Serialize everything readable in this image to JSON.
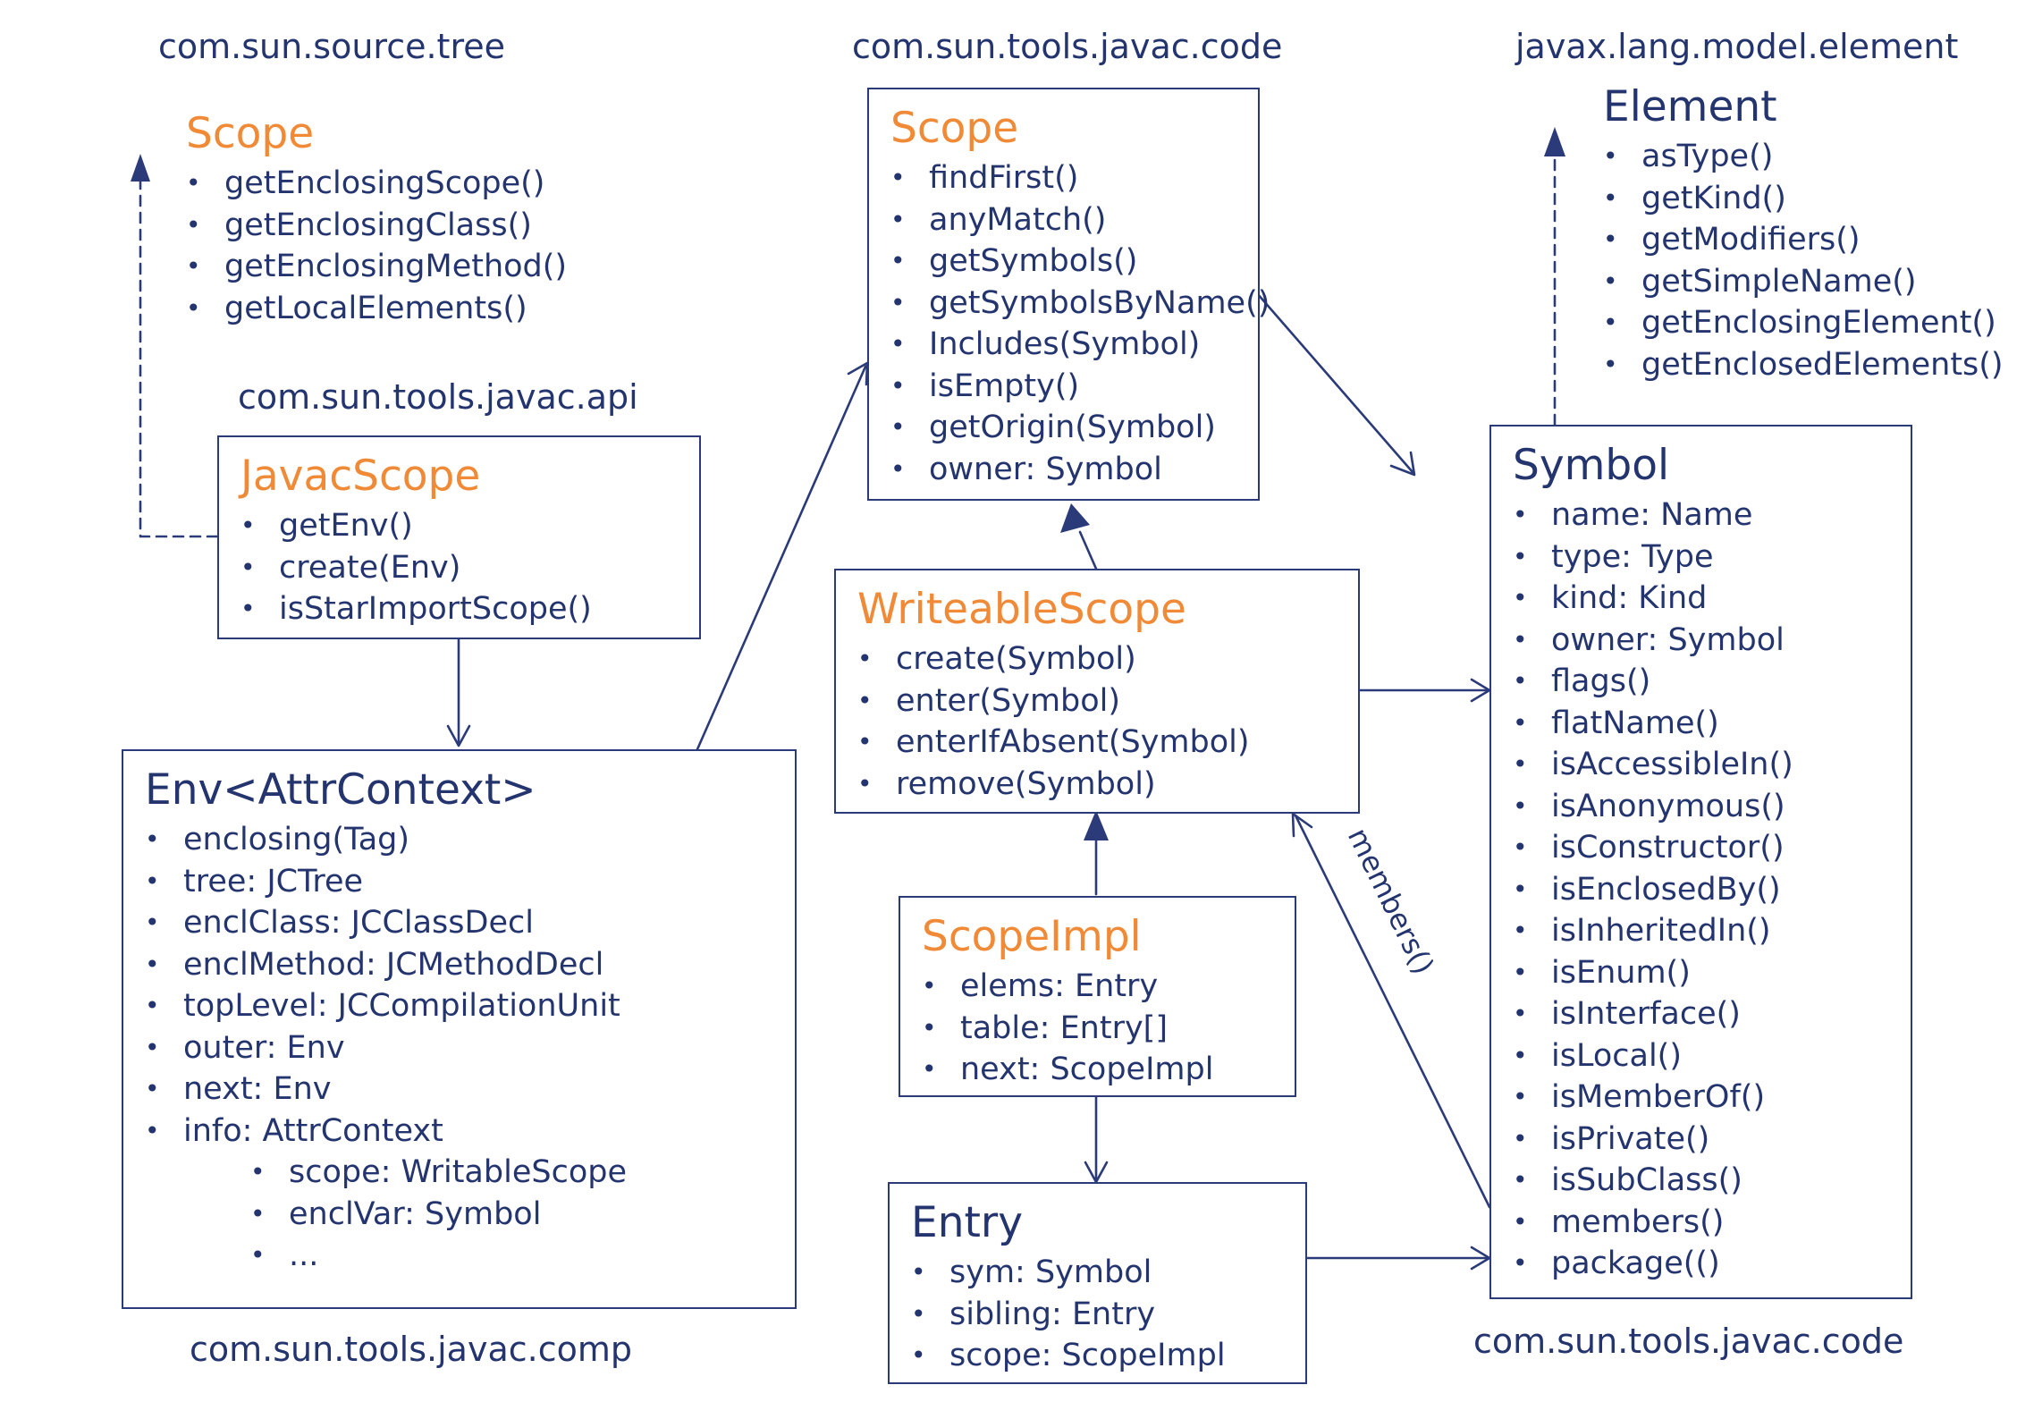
{
  "colors": {
    "line": "#2b3a78",
    "text": "#24346e",
    "title_accent": "#f08a37"
  },
  "packages": {
    "source_tree": "com.sun.source.tree",
    "javac_code_top": "com.sun.tools.javac.code",
    "lang_model_element": "javax.lang.model.element",
    "javac_api": "com.sun.tools.javac.api",
    "javac_comp": "com.sun.tools.javac.comp",
    "javac_code_bottom": "com.sun.tools.javac.code"
  },
  "edge_labels": {
    "members": "members()"
  },
  "classes": {
    "tree_scope": {
      "title": "Scope",
      "items": [
        "getEnclosingScope()",
        "getEnclosingClass()",
        "getEnclosingMethod()",
        "getLocalElements()"
      ]
    },
    "code_scope": {
      "title": "Scope",
      "items": [
        "findFirst()",
        "anyMatch()",
        "getSymbols()",
        "getSymbolsByName()",
        "Includes(Symbol)",
        "isEmpty()",
        "getOrigin(Symbol)",
        "owner: Symbol"
      ]
    },
    "element": {
      "title": "Element",
      "items": [
        "asType()",
        "getKind()",
        "getModifiers()",
        "getSimpleName()",
        "getEnclosingElement()",
        "getEnclosedElements()"
      ]
    },
    "javac_scope": {
      "title": "JavacScope",
      "items": [
        "getEnv()",
        "create(Env)",
        "isStarImportScope()"
      ]
    },
    "writeable_scope": {
      "title": "WriteableScope",
      "items": [
        "create(Symbol)",
        "enter(Symbol)",
        "enterIfAbsent(Symbol)",
        "remove(Symbol)"
      ]
    },
    "symbol": {
      "title": "Symbol",
      "items": [
        "name: Name",
        "type: Type",
        "kind: Kind",
        "owner: Symbol",
        "flags()",
        "flatName()",
        "isAccessibleIn()",
        "isAnonymous()",
        "isConstructor()",
        "isEnclosedBy()",
        "isInheritedIn()",
        "isEnum()",
        "isInterface()",
        "isLocal()",
        "isMemberOf()",
        "isPrivate()",
        "isSubClass()",
        "members()",
        "package(()"
      ]
    },
    "env": {
      "title": "Env<AttrContext>",
      "items": [
        "enclosing(Tag)",
        "tree: JCTree",
        "enclClass: JCClassDecl",
        "enclMethod: JCMethodDecl",
        "topLevel: JCCompilationUnit",
        "outer: Env",
        "next: Env",
        "info: AttrContext"
      ],
      "sub_items": [
        "scope: WritableScope",
        "enclVar: Symbol",
        "..."
      ]
    },
    "scope_impl": {
      "title": "ScopeImpl",
      "items": [
        "elems: Entry",
        "table: Entry[]",
        "next: ScopeImpl"
      ]
    },
    "entry": {
      "title": "Entry",
      "items": [
        "sym: Symbol",
        "sibling: Entry",
        "scope: ScopeImpl"
      ]
    }
  }
}
